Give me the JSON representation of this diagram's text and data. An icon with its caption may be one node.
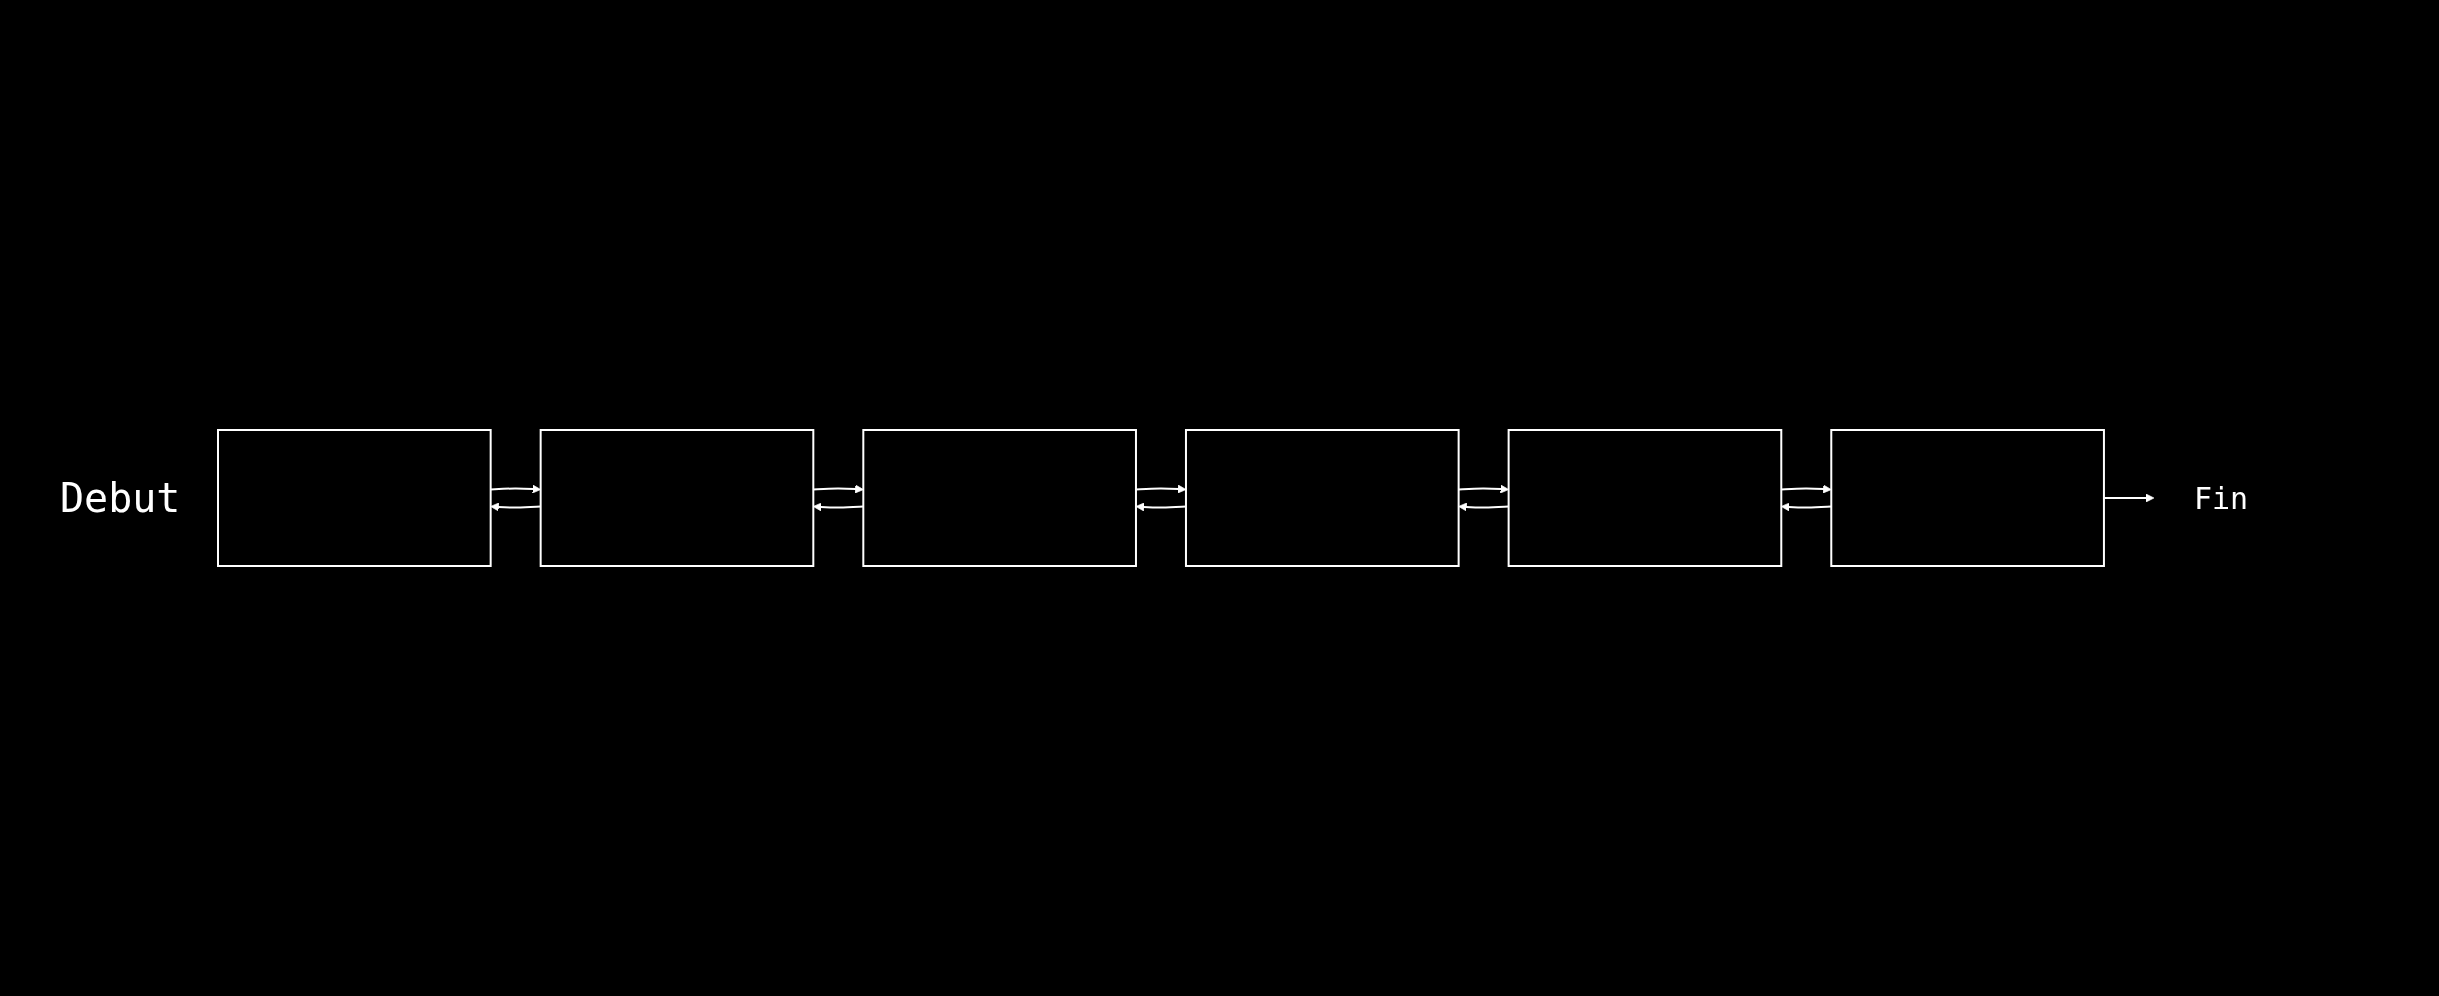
{
  "diagram": {
    "nodes": [
      {
        "text": [],
        "shape": "box"
      },
      {
        "text": [],
        "shape": "box"
      },
      {
        "text": [],
        "shape": "box"
      },
      {
        "text": [],
        "shape": "box"
      },
      {
        "text": [],
        "shape": "box"
      },
      {
        "text": [],
        "shape": "box"
      },
      {
        "text": [
          "Fin"
        ]
      }
    ],
    "edges": [
      {
        "from": 0,
        "to": 1,
        "arrow": "to"
      },
      {
        "from": 1,
        "to": 0,
        "arrow": "to"
      },
      {
        "from": 1,
        "to": 2,
        "arrow": "to"
      },
      {
        "from": 2,
        "to": 1,
        "arrow": "to"
      },
      {
        "from": 2,
        "to": 3,
        "arrow": "to"
      },
      {
        "from": 3,
        "to": 2,
        "arrow": "to"
      },
      {
        "from": 3,
        "to": 4,
        "arrow": "to"
      },
      {
        "from": 4,
        "to": 3,
        "arrow": "to"
      },
      {
        "from": 4,
        "to": 5,
        "arrow": "to"
      },
      {
        "from": 5,
        "to": 4,
        "arrow": "to"
      },
      {
        "from": 5,
        "to": 6,
        "arrow": "to"
      }
    ],
    "labels": [
      "Debut"
    ]
  }
}
